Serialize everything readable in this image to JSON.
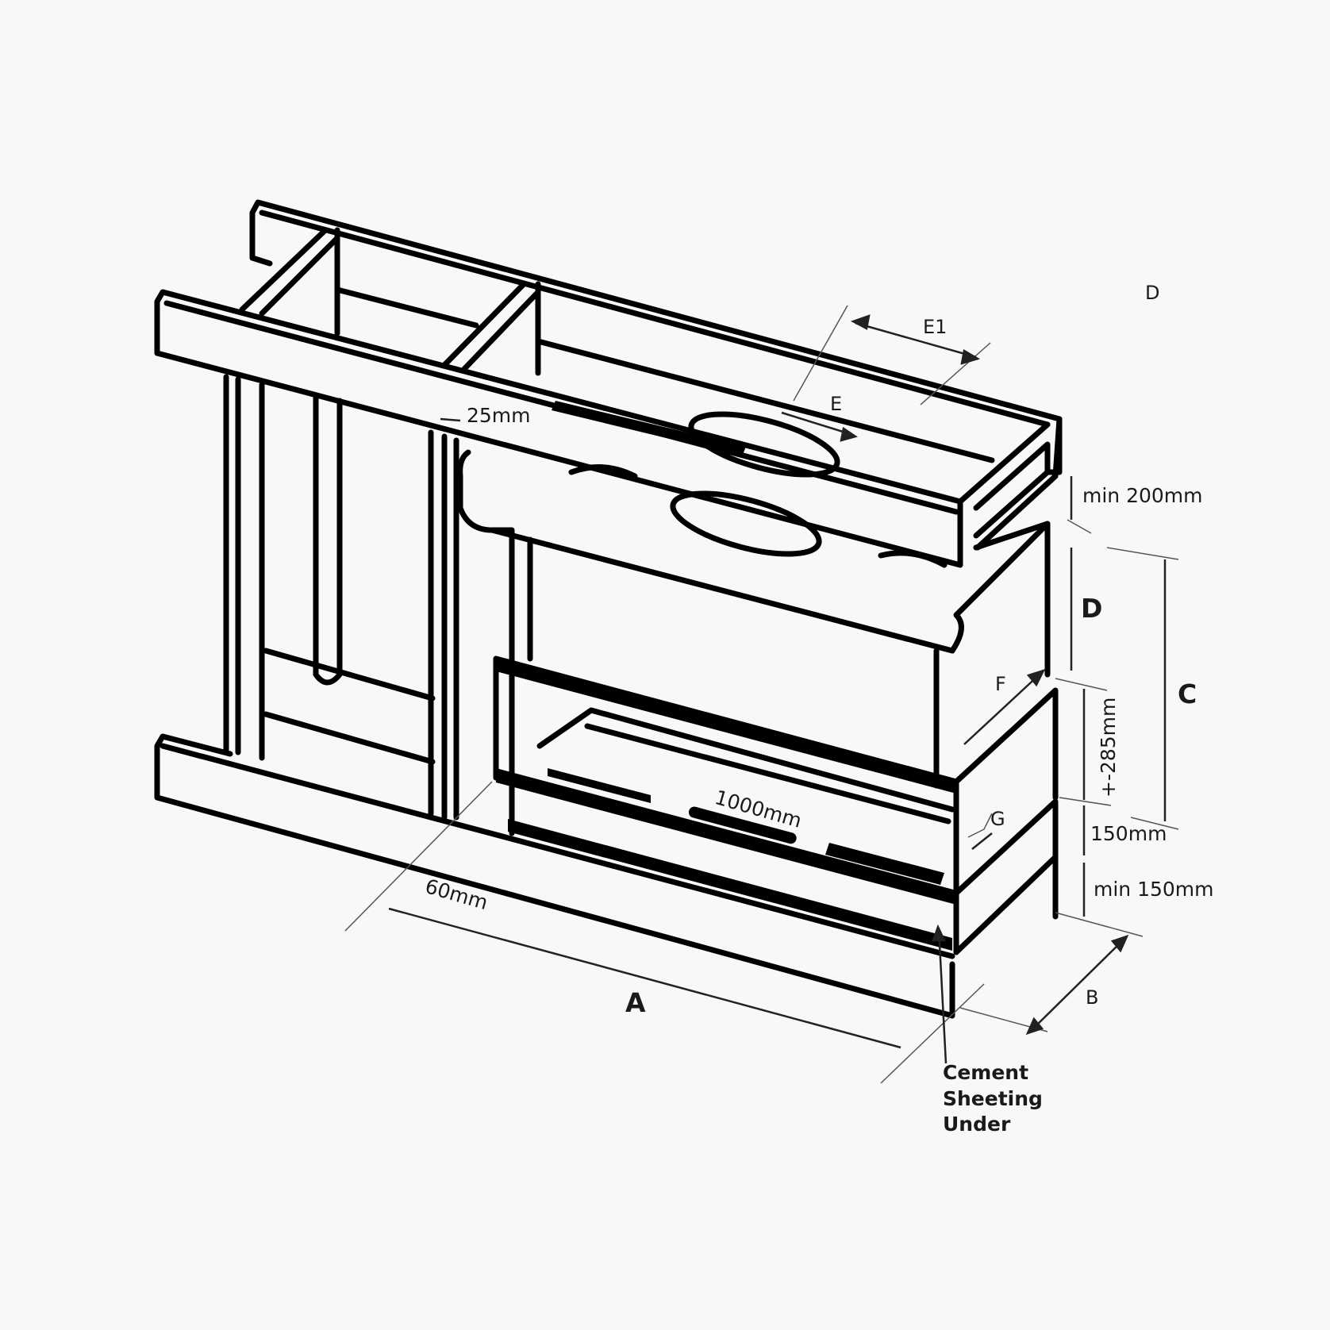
{
  "diagram": {
    "title": "Fireplace cavity framing installation diagram",
    "background": "#f8f8f8",
    "line_color": "#000000",
    "dimension_line_color": "#555555",
    "labels": {
      "d_top": "D",
      "e1": "E1",
      "e": "E",
      "gap_25": "25mm",
      "min_200": "min 200mm",
      "d_main": "D",
      "c": "C",
      "f": "F",
      "h_285": "+-285mm",
      "g": "G",
      "h_150": "150mm",
      "min_150": "min 150mm",
      "width_1000": "1000mm",
      "offset_60": "60mm",
      "a": "A",
      "b": "B",
      "cement_note": [
        "Cement",
        "Sheeting",
        "Under"
      ]
    }
  }
}
